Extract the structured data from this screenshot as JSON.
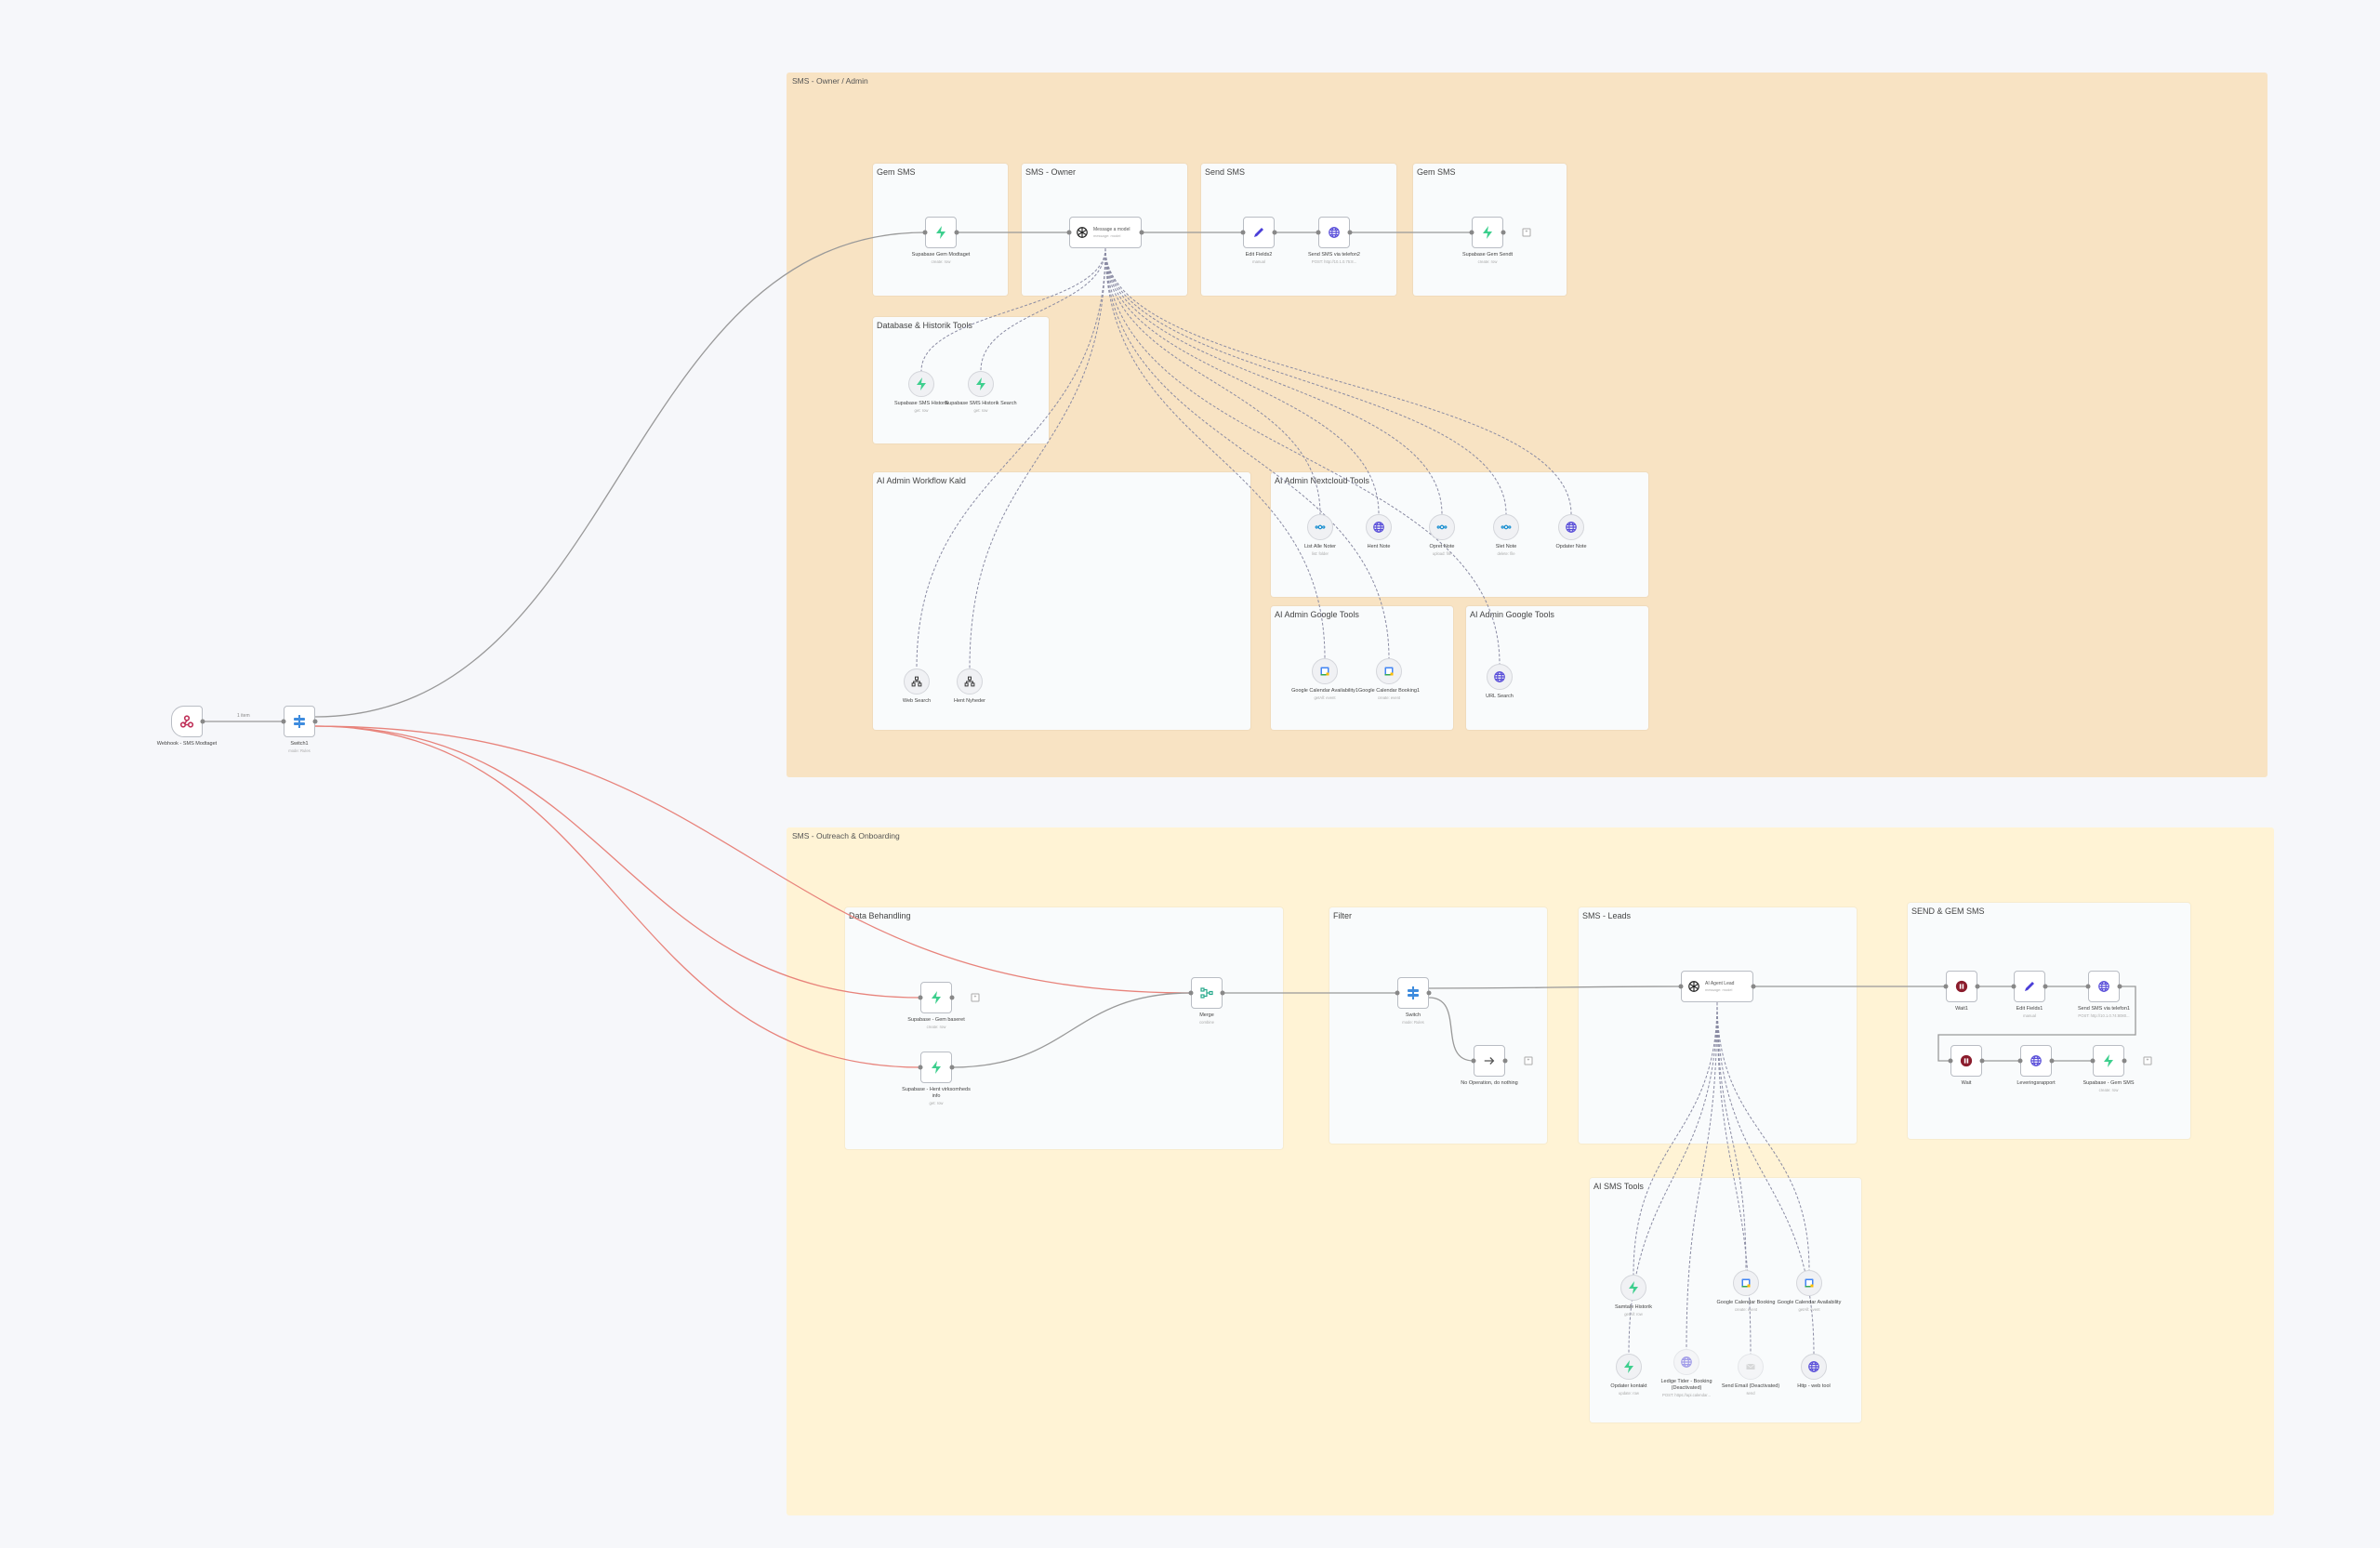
{
  "stickies": [
    {
      "id": "owner",
      "title": "SMS - Owner / Admin"
    },
    {
      "id": "outreach",
      "title": "SMS - Outreach & Onboarding"
    }
  ],
  "sections": [
    {
      "id": "gem1",
      "title": "Gem SMS"
    },
    {
      "id": "owner",
      "title": "SMS - Owner"
    },
    {
      "id": "send",
      "title": "Send SMS"
    },
    {
      "id": "gem2",
      "title": "Gem SMS"
    },
    {
      "id": "db",
      "title": "Database & Historik Tools"
    },
    {
      "id": "wf",
      "title": "AI Admin Workflow Kald"
    },
    {
      "id": "nc",
      "title": "AI Admin Nextcloud Tools"
    },
    {
      "id": "g1",
      "title": "AI Admin Google Tools"
    },
    {
      "id": "g2",
      "title": "AI Admin Google Tools"
    },
    {
      "id": "data",
      "title": "Data Behandling"
    },
    {
      "id": "filter",
      "title": "Filter"
    },
    {
      "id": "leads",
      "title": "SMS - Leads"
    },
    {
      "id": "sendgem",
      "title": "SEND & GEM SMS"
    },
    {
      "id": "smstools",
      "title": "AI SMS Tools"
    }
  ],
  "nodes": [
    {
      "id": "webhook",
      "label": "Webhook - SMS Modtaget",
      "sub": "",
      "icon": "webhook-icon"
    },
    {
      "id": "switch1",
      "label": "Switch1",
      "sub": "mode: Rules",
      "icon": "switch-icon"
    },
    {
      "id": "gem_modtaget",
      "label": "Supabase Gem Modtaget",
      "sub": "create: row",
      "icon": "supabase-icon"
    },
    {
      "id": "msg_model",
      "label": "Message a model",
      "sub": "message: model",
      "icon": "openai-icon"
    },
    {
      "id": "edit2",
      "label": "Edit Fields2",
      "sub": "manual",
      "icon": "pencil-icon"
    },
    {
      "id": "send2",
      "label": "Send SMS via telefon2",
      "sub": "POST: http://10.1.0.75:8...",
      "icon": "globe-icon"
    },
    {
      "id": "gem_sendt",
      "label": "Supabase Gem Sendt",
      "sub": "create: row",
      "icon": "supabase-icon"
    },
    {
      "id": "hist",
      "label": "Supabase SMS Historik",
      "sub": "get: row",
      "icon": "supabase-icon"
    },
    {
      "id": "hist_search",
      "label": "Supabase SMS Historik Search",
      "sub": "get: row",
      "icon": "supabase-icon"
    },
    {
      "id": "nc_list",
      "label": "List Alle Noter",
      "sub": "list: folder",
      "icon": "nextcloud-icon"
    },
    {
      "id": "nc_get",
      "label": "Hent Note",
      "sub": "",
      "icon": "globe-icon"
    },
    {
      "id": "nc_create",
      "label": "Opret Note",
      "sub": "upload: file",
      "icon": "nextcloud-icon"
    },
    {
      "id": "nc_del",
      "label": "Slet Note",
      "sub": "delete: file",
      "icon": "nextcloud-icon"
    },
    {
      "id": "nc_upd",
      "label": "Opdater Note",
      "sub": "",
      "icon": "globe-icon"
    },
    {
      "id": "gc_av1",
      "label": "Google Calendar Availability1",
      "sub": "getAll: event",
      "icon": "calendar-icon"
    },
    {
      "id": "gc_b1",
      "label": "Google Calendar Booking1",
      "sub": "create: event",
      "icon": "calendar-icon"
    },
    {
      "id": "url",
      "label": "URL Search",
      "sub": "",
      "icon": "globe-icon"
    },
    {
      "id": "web",
      "label": "Web Search",
      "sub": "",
      "icon": "workflow-icon"
    },
    {
      "id": "news",
      "label": "Hent Nyheder",
      "sub": "",
      "icon": "workflow-icon"
    },
    {
      "id": "gem_baseret",
      "label": "Supabase - Gem baseret",
      "sub": "create: row",
      "icon": "supabase-icon"
    },
    {
      "id": "hent_info",
      "label": "Supabase - Hent virksomheds info",
      "sub": "get: row",
      "icon": "supabase-icon"
    },
    {
      "id": "merge",
      "label": "Merge",
      "sub": "combine",
      "icon": "merge-icon"
    },
    {
      "id": "switch",
      "label": "Switch",
      "sub": "mode: Rules",
      "icon": "switch-icon"
    },
    {
      "id": "noop",
      "label": "No Operation, do nothing",
      "sub": "",
      "icon": "arrow-icon"
    },
    {
      "id": "ai_lead",
      "label": "AI Agent Lead",
      "sub": "message: model",
      "icon": "openai-icon"
    },
    {
      "id": "wait1",
      "label": "Wait1",
      "sub": "",
      "icon": "pause-icon"
    },
    {
      "id": "edit1",
      "label": "Edit Fields1",
      "sub": "manual",
      "icon": "pencil-icon"
    },
    {
      "id": "send1",
      "label": "Send SMS via telefon1",
      "sub": "POST: http://10.1.0.74:8080...",
      "icon": "globe-icon"
    },
    {
      "id": "wait",
      "label": "Wait",
      "sub": "",
      "icon": "pause-icon"
    },
    {
      "id": "lever",
      "label": "Leveringsrapport",
      "sub": "",
      "icon": "globe-icon"
    },
    {
      "id": "gem_sms",
      "label": "Supabase - Gem SMS",
      "sub": "create: row",
      "icon": "supabase-icon"
    },
    {
      "id": "samtale",
      "label": "Samtale Historik",
      "sub": "getAll: row",
      "icon": "supabase-icon"
    },
    {
      "id": "gc_book",
      "label": "Google Calendar Booking",
      "sub": "create: event",
      "icon": "calendar-icon"
    },
    {
      "id": "gc_av",
      "label": "Google Calendar Availability",
      "sub": "getAll: event",
      "icon": "calendar-icon"
    },
    {
      "id": "opdater",
      "label": "Opdater kontakt",
      "sub": "update: row",
      "icon": "supabase-icon"
    },
    {
      "id": "ledige",
      "label": "Ledige Tider - Booking (Deactivated)",
      "sub": "POST: https://api.calendar...",
      "icon": "globe-icon"
    },
    {
      "id": "email",
      "label": "Send Email (Deactivated)",
      "sub": "send",
      "icon": "email-icon"
    },
    {
      "id": "http",
      "label": "Http - web tool",
      "sub": "",
      "icon": "globe-icon"
    }
  ],
  "edge_labels": {
    "webhook_switch": "1 item"
  },
  "colors": {
    "supabase": "#3ecf8e",
    "pencil": "#4b3fd8",
    "globe": "#5a4fd9",
    "switch": "#3f8cde",
    "pause": "#8b1c2c",
    "error_edge": "#e8837b",
    "edge": "#999999",
    "tool_edge": "#8a8ba3"
  }
}
